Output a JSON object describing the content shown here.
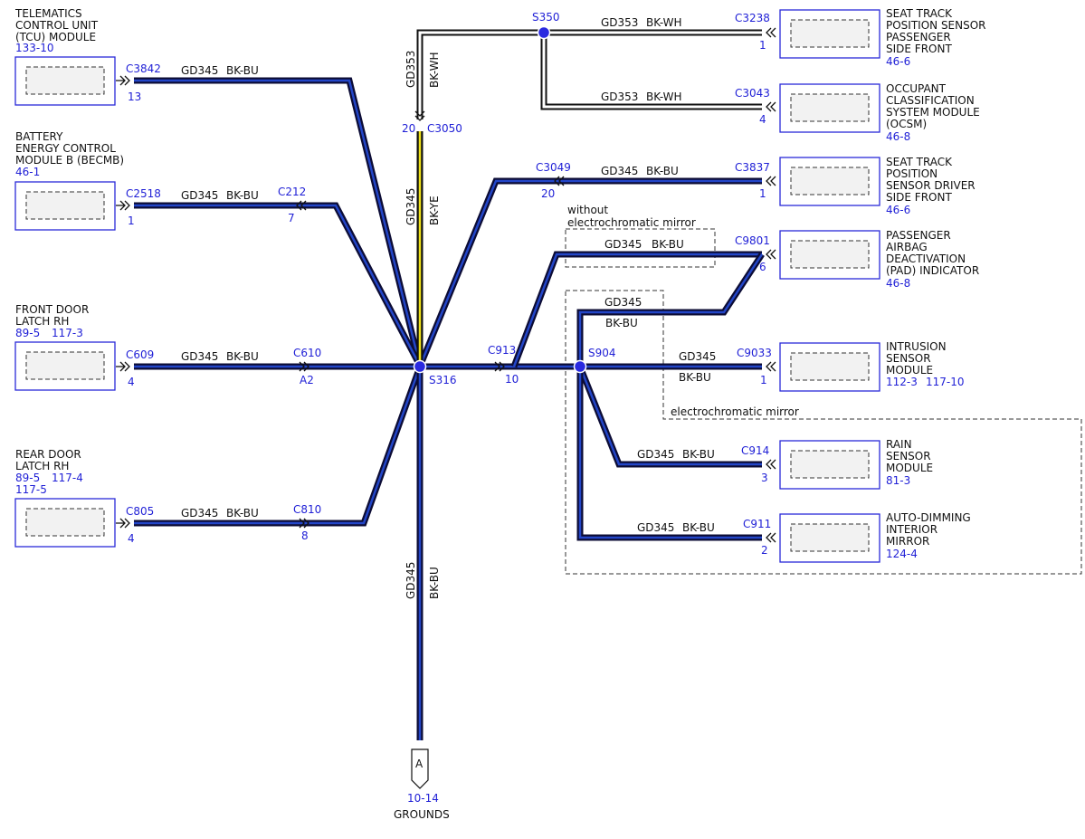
{
  "wires": {
    "gd345": "GD345",
    "gd353": "GD353",
    "bk_bu": "BK-BU",
    "bk_wh": "BK-WH",
    "bk_ye": "BK-YE"
  },
  "modules": {
    "tcu": {
      "lines": [
        "TELEMATICS",
        "CONTROL UNIT",
        "(TCU) MODULE"
      ],
      "ref": "133-10"
    },
    "becmb": {
      "lines": [
        "BATTERY",
        "ENERGY CONTROL",
        "MODULE B (BECMB)"
      ],
      "ref": "46-1"
    },
    "front_door": {
      "lines": [
        "FRONT DOOR",
        "LATCH RH"
      ],
      "ref1": "89-5",
      "ref2": "117-3"
    },
    "rear_door": {
      "lines": [
        "REAR DOOR",
        "LATCH RH"
      ],
      "ref1": "89-5",
      "ref2": "117-4",
      "ref3": "117-5"
    },
    "seat_pass": {
      "lines": [
        "SEAT TRACK",
        "POSITION SENSOR",
        "PASSENGER",
        "SIDE FRONT"
      ],
      "ref": "46-6"
    },
    "ocsm": {
      "lines": [
        "OCCUPANT",
        "CLASSIFICATION",
        "SYSTEM MODULE",
        "(OCSM)"
      ],
      "ref": "46-8"
    },
    "seat_drv": {
      "lines": [
        "SEAT TRACK",
        "POSITION",
        "SENSOR DRIVER",
        "SIDE FRONT"
      ],
      "ref": "46-6"
    },
    "pad": {
      "lines": [
        "PASSENGER",
        "AIRBAG",
        "DEACTIVATION",
        "(PAD) INDICATOR"
      ],
      "ref": "46-8"
    },
    "intrusion": {
      "lines": [
        "INTRUSION",
        "SENSOR",
        "MODULE"
      ],
      "ref1": "112-3",
      "ref2": "117-10"
    },
    "rain": {
      "lines": [
        "RAIN",
        "SENSOR",
        "MODULE"
      ],
      "ref": "81-3"
    },
    "mirror": {
      "lines": [
        "AUTO-DIMMING",
        "INTERIOR",
        "MIRROR"
      ],
      "ref": "124-4"
    }
  },
  "connectors": {
    "c3842": "C3842",
    "c3842_pin": "13",
    "c2518": "C2518",
    "c2518_pin": "1",
    "c212": "C212",
    "c212_pin": "7",
    "c609": "C609",
    "c609_pin": "4",
    "c610": "C610",
    "c610_pin": "A2",
    "c805": "C805",
    "c805_pin": "4",
    "c810": "C810",
    "c810_pin": "8",
    "c3050": "C3050",
    "c3050_pin": "20",
    "c3238": "C3238",
    "c3238_pin": "1",
    "c3043": "C3043",
    "c3043_pin": "4",
    "c3049": "C3049",
    "c3049_pin": "20",
    "c3837": "C3837",
    "c3837_pin": "1",
    "c9801": "C9801",
    "c9801_pin": "6",
    "c913": "C913",
    "c913_pin": "10",
    "c9033": "C9033",
    "c9033_pin": "1",
    "c914": "C914",
    "c914_pin": "3",
    "c911": "C911",
    "c911_pin": "2"
  },
  "splices": {
    "s316": "S316",
    "s350": "S350",
    "s904": "S904"
  },
  "options": {
    "without_line1": "without",
    "without_line2": "electrochromatic mirror",
    "with": "electrochromatic mirror"
  },
  "ground": {
    "letter": "A",
    "ref": "10-14",
    "label": "GROUNDS"
  },
  "colors": {
    "wire_dark": "#0c0c35",
    "wire_blue": "#2346c8",
    "wire_yellow": "#f0e21a",
    "ref_blue": "#1f1fd6"
  }
}
